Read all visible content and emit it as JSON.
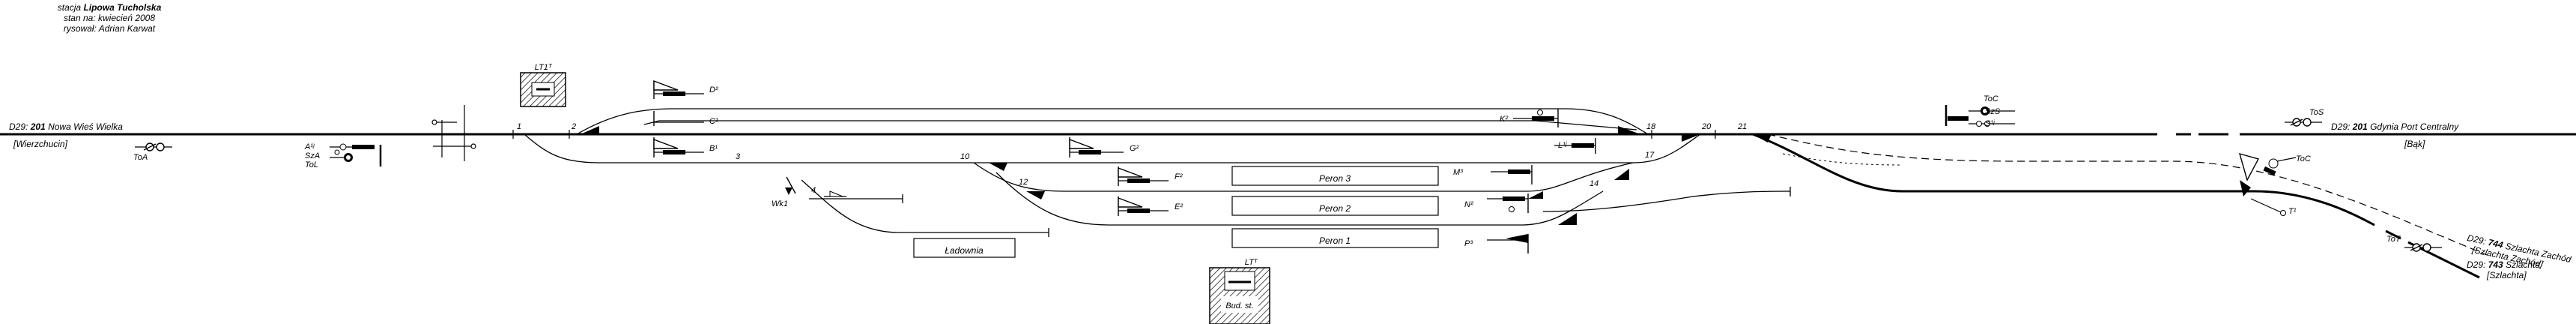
{
  "header": {
    "station_prefix": "stacja",
    "station_name": "Lipowa Tucholska",
    "state_line": "stan na: kwiecień 2008",
    "author_line": "rysował: Adrian Karwat"
  },
  "lines": {
    "west": {
      "prefix": "D29:",
      "number": "201",
      "name": "Nowa Wieś Wielka",
      "next_station": "[Wierzchucin]"
    },
    "east": {
      "prefix": "D29:",
      "number": "201",
      "name": "Gdynia Port Centralny",
      "next_station": "[Bąk]"
    },
    "branch_744": {
      "prefix": "D29:",
      "number": "744",
      "name": "Szlachta Zachód",
      "next_station": "[Szlachta Zachód]"
    },
    "branch_743": {
      "prefix": "D29:",
      "number": "743",
      "name": "Szlachta",
      "next_station": "[Szlachta]"
    }
  },
  "platforms": [
    "Peron 3",
    "Peron 2",
    "Peron 1"
  ],
  "loading": "Ładownia",
  "posts": {
    "lt1": {
      "label": "LT1ᵀ"
    },
    "lt": {
      "label": "LTᵀ",
      "caption": "Bud. st."
    }
  },
  "switches": [
    "1",
    "2",
    "3",
    "4",
    "10",
    "12",
    "14",
    "17",
    "18",
    "20",
    "21"
  ],
  "signals": {
    "D2": "D²",
    "C1": "C¹",
    "B1": "B¹",
    "G2": "G²",
    "F2": "F²",
    "E2": "E²",
    "K2": "K²",
    "L12": "L¹ʲ",
    "M3": "M³",
    "N2": "N²",
    "P3": "P³",
    "A12": "A¹ʲ",
    "SzA": "SzA",
    "ToL": "ToL",
    "ToA": "ToA",
    "Wk1": "Wk1",
    "ToC": "ToC",
    "SzS": "SzS",
    "S12": "S¹ʲ",
    "ToS": "ToS",
    "ToT": "ToT",
    "T1": "T¹",
    "ToC2": "ToC"
  }
}
